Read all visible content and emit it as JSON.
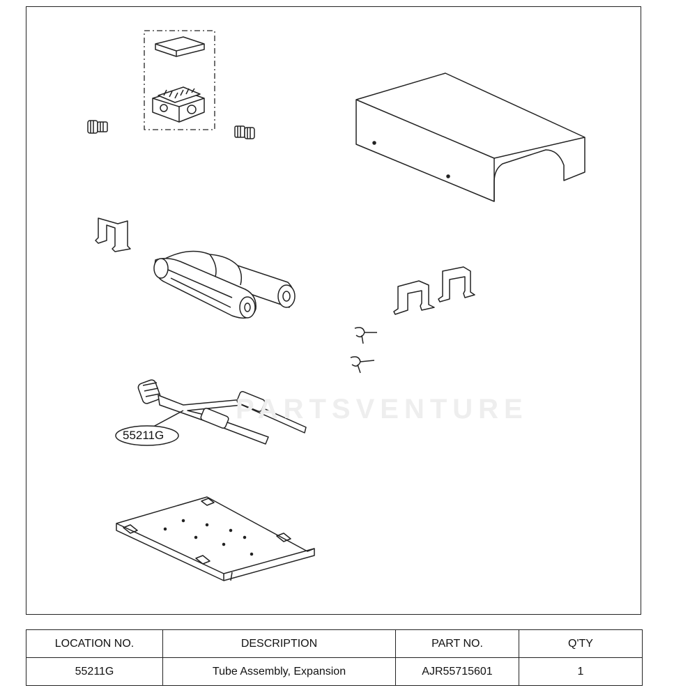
{
  "diagram": {
    "callout": "55211G",
    "watermark": "PARTSVENTURE"
  },
  "parts_table": {
    "headers": [
      "LOCATION NO.",
      "DESCRIPTION",
      "PART NO.",
      "Q'TY"
    ],
    "rows": [
      [
        "55211G",
        "Tube Assembly, Expansion",
        "AJR55715601",
        "1"
      ]
    ]
  }
}
